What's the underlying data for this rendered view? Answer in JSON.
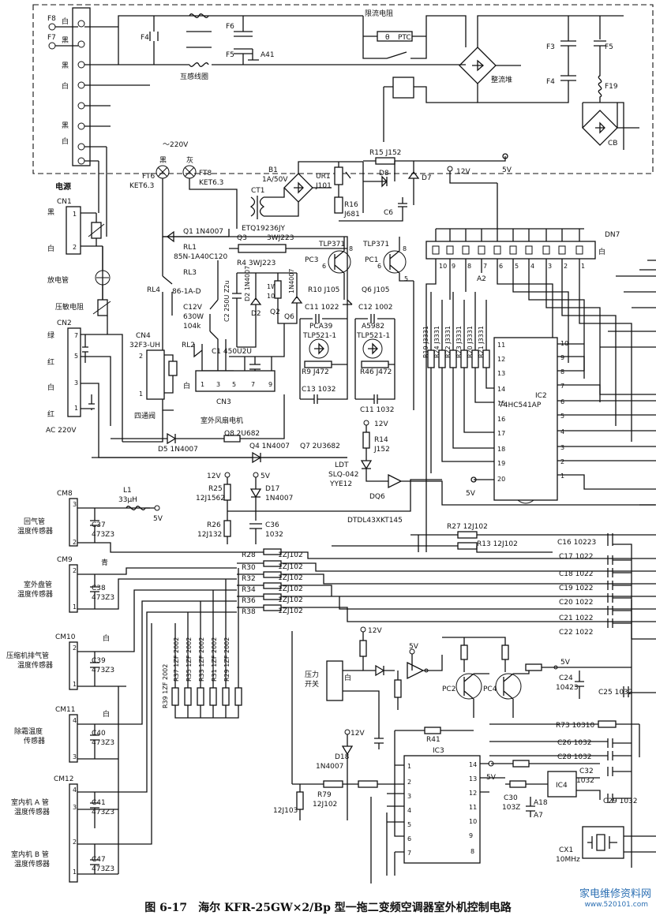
{
  "caption": "图 6-17　海尔 KFR-25GW×2/Bp 型一拖二变频空调器室外机控制电路",
  "watermark": {
    "logo_text": "家电维修资料网",
    "url": "www.520101.com"
  },
  "labels": {
    "f8": "F8",
    "f7": "F7",
    "bai1": "白",
    "hei1": "黑",
    "hei2": "黑",
    "bai2": "白",
    "hei3": "黑",
    "bai3": "白",
    "f4": "F4",
    "huganxianquan": "互感线圈",
    "f6": "F6",
    "f5a": "F5",
    "a41": "A41",
    "xianliu": "限流电阻",
    "ptc": "PTC",
    "theta": "θ",
    "zhengliu": "整流堆",
    "f3": "F3",
    "f5b": "F5",
    "f4b": "F4",
    "f19": "F19",
    "cb": "CB",
    "ac220": "～220V",
    "hei_ft6": "黑",
    "hui_ft8": "灰",
    "ft6": "FT6",
    "ket63a": "KET6.3",
    "ft8": "FT8",
    "ket63b": "KET6.3",
    "b1": "B1",
    "b1v": "1A/50V",
    "ct1": "CT1",
    "ur1": "UR1",
    "j101": "J101",
    "r15": "R15 J152",
    "d8": "D8",
    "d7": "D7",
    "r16": "R16",
    "j681": "J681",
    "c6": "C6",
    "v12a": "12V",
    "v5a": "5V",
    "dn7": "DN7",
    "bai_dn7": "白",
    "dn7_pins": [
      "10",
      "9",
      "8",
      "7",
      "6",
      "5",
      "4",
      "3",
      "2",
      "1"
    ],
    "a2": "A2",
    "dianyuan": "电源",
    "cn1": "CN1",
    "hei_cn1": "黑",
    "bai_cn1": "白",
    "cn1_p1": "1",
    "cn1_p2": "2",
    "fangdianguan": "放电管",
    "yamin": "压敏电阻",
    "cn2": "CN2",
    "lv": "绿",
    "hong1": "红",
    "bai_cn2": "白",
    "hong2": "红",
    "cn2_pins": [
      "7",
      "5",
      "3",
      "1"
    ],
    "ac220v": "AC 220V",
    "q1": "Q1 1N4007",
    "rl1": "RL1",
    "rl1v": "85N-1A40C120",
    "rl3": "RL3",
    "rl3v": "86-1A-D",
    "rl4": "RL4",
    "c12v": "C12V",
    "c630": "630W",
    "c104k": "104k",
    "rl2": "RL2",
    "cn4": "CN4",
    "cn4v": "32F3-UH",
    "cn4_2": "2",
    "cn4_1": "1",
    "etq": "ETQ19236JY",
    "q3": "Q3",
    "w223": "3WJ223",
    "r4": "R4 3WJ223",
    "c2": "C2 250U Z2u",
    "d2v": "D2 1N4007",
    "d2": "D2",
    "r1wj": "1WJ",
    "r104": "104",
    "q2": "Q2",
    "q6v": "1N4007",
    "q6": "Q6",
    "c1": "C1 450U2U",
    "bai_cn3": "白",
    "cn3": "CN3",
    "cn3_pins": [
      "1",
      "3",
      "5",
      "7",
      "9"
    ],
    "sitongfa": "四通阀",
    "shiwaifengshan": "室外风扇电机",
    "tlp371a": "TLP371",
    "tlp371b": "TLP371",
    "pc3": "PC3",
    "pc1": "PC1",
    "r10": "R10 J105",
    "q6b": "Q6 J105",
    "c11a": "C11 1022",
    "c12": "C12 1002",
    "pca39": "PCA39",
    "a5982": "A5982",
    "tlp521a": "TLP521-1",
    "tlp521b": "TLP521-1",
    "r9": "R9 J472",
    "r46": "R46 J472",
    "c13": "C13 1032",
    "c11b": "C11 1032",
    "q8": "Q8 2U682",
    "d5": "D5 1N4007",
    "q4": "Q4 1N4007",
    "q7": "Q7 2U3682",
    "v12b": "12V",
    "r14": "R14",
    "j152b": "J152",
    "ldt": "LDT",
    "slq": "SLQ-042",
    "yye": "YYE12",
    "dq6": "DQ6",
    "r19": "R19 J3331",
    "r24": "R24 J3331",
    "r22": "R22 J3331",
    "r23": "R23 J3331",
    "r20": "R20 J3331",
    "r21": "R21 J3331",
    "ic2": "IC2",
    "ic2v": "74HC541AP",
    "ic2_left": [
      "11",
      "12",
      "13",
      "14",
      "15",
      "16",
      "17",
      "18",
      "19",
      "20"
    ],
    "ic2_right": [
      "10",
      "9",
      "8",
      "7",
      "6",
      "5",
      "4",
      "3",
      "2",
      "1"
    ],
    "v5b": "5V",
    "cm8": "CM8",
    "huiqiguan": "回气管",
    "wendu1": "温度传感器",
    "c37": "C37",
    "c37v": "473Z3",
    "l1": "L1",
    "l1v": "33μH",
    "v5c": "5V",
    "v12c": "12V",
    "v5d": "5V",
    "r25": "R25",
    "r25v": "12J1562",
    "d17": "D17",
    "d17v": "1N4007",
    "r26": "R26",
    "r26v": "12J132",
    "c36": "C36",
    "c36v": "1032",
    "dtdl": "DTDL43XKT145",
    "r27": "R27 12J102",
    "r13": "R13 12J102",
    "cm9": "CM9",
    "qing": "青",
    "shiwaipanguan": "室外盘管",
    "wendu2": "温度传感器",
    "c38": "C38",
    "c38v": "473Z3",
    "r28": "R28",
    "r30": "R30",
    "r32": "R32",
    "r34": "R34",
    "r36": "R36",
    "r38": "R38",
    "rv": "1ZJ102",
    "c16": "C16 10223",
    "c17": "C17 1022",
    "c18": "C18 1022",
    "c19": "C19 1022",
    "c20": "C20 1022",
    "c21": "C21 1022",
    "c22": "C22 1022",
    "cm10": "CM10",
    "bai_cm10": "白",
    "yasuoji": "压缩机排气管",
    "wendu3": "温度传感器",
    "c39": "C39",
    "c39v": "473Z3",
    "r39": "R39 1ZF 2002",
    "r37": "R37 1ZF 2002",
    "r35": "R35 1ZF 2002",
    "r33": "R33 1ZF 2002",
    "r31": "R31 1ZF 2002",
    "r29": "R29 1ZF 2002",
    "v12d": "12V",
    "v5e": "5V",
    "yali": "压力",
    "kaiguan": "开关",
    "bai_yali": "白",
    "pc2": "PC2",
    "pc4": "PC4",
    "v5f": "5V",
    "c24": "C24",
    "c24v": "10423",
    "c25": "C25 1032",
    "cm11": "CM11",
    "bai_cm11": "白",
    "chushuang": "除霜温度",
    "wendu4": "传感器",
    "c40": "C40",
    "c40v": "473Z3",
    "r73": "R73 10310",
    "c26": "C26 1032",
    "c28": "C28 1032",
    "v12e": "12V",
    "r41": "R41",
    "d18": "D18",
    "d18v": "1N4007",
    "ic3": "IC3",
    "ic3_left": [
      "1",
      "2",
      "3",
      "4",
      "5",
      "6",
      "7"
    ],
    "ic3_right": [
      "14",
      "13",
      "12",
      "11",
      "10",
      "9",
      "8"
    ],
    "v5g": "5V",
    "c32": "C32",
    "c32v": "1032",
    "ic4": "IC4",
    "c29": "C29 1032",
    "r12j103": "12J103",
    "r79": "R79",
    "r79v": "12J102",
    "c30": "C30",
    "c30v": "103Z",
    "a18": "A18",
    "a7": "A7",
    "cm12": "CM12",
    "shineiA": "室内机 A 管",
    "wendu5": "温度传感器",
    "c41": "C41",
    "c41v": "473Z3",
    "shineiB": "室内机 B 管",
    "wendu6": "温度传感器",
    "c47": "C47",
    "c47v": "473Z3",
    "cx1": "CX1",
    "cx1v": "10MHz",
    "cm_pins4": "4",
    "cm_pins3": "3",
    "cm_pins2": "2",
    "cm_pins1": "1"
  }
}
